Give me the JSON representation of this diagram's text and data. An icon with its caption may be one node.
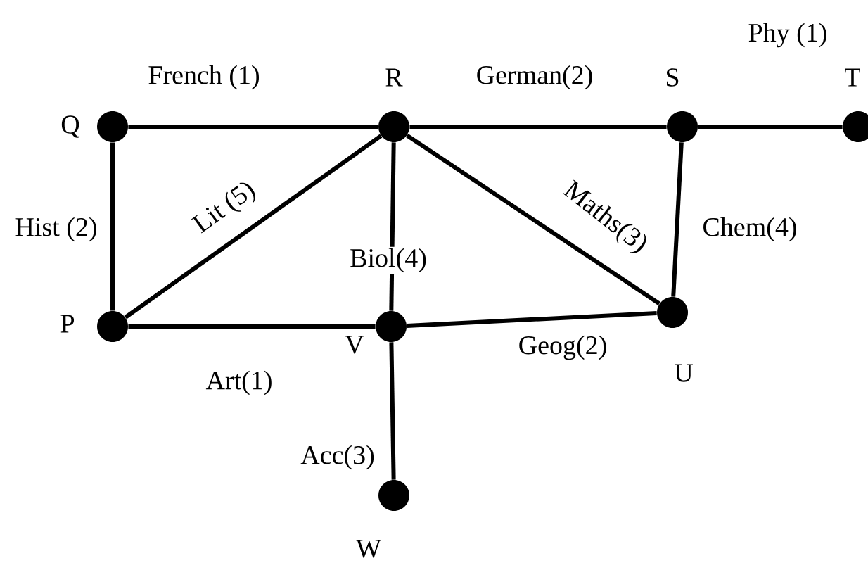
{
  "diagram": {
    "nodes": [
      {
        "text": [],
        "shape": "circle",
        "beside": [
          "Q"
        ]
      },
      {
        "text": [],
        "shape": "circle",
        "beside": [
          "R"
        ]
      },
      {
        "text": [],
        "shape": "circle",
        "beside": [
          "S"
        ]
      },
      {
        "text": [],
        "shape": "circle",
        "beside": [
          "T"
        ]
      },
      {
        "text": [],
        "shape": "circle",
        "beside": [
          "P"
        ]
      },
      {
        "text": [],
        "shape": "circle",
        "beside": [
          "V"
        ]
      },
      {
        "text": [],
        "shape": "circle",
        "beside": [
          "U"
        ]
      },
      {
        "text": [],
        "shape": "circle",
        "beside": [
          "W"
        ]
      }
    ],
    "edges": [
      {
        "from": 0,
        "to": 1,
        "arrow": "none",
        "label": "French (1)"
      },
      {
        "from": 1,
        "to": 2,
        "arrow": "none",
        "label": "German(2)"
      },
      {
        "from": 2,
        "to": 3,
        "arrow": "none",
        "label": "Phy (1)"
      },
      {
        "from": 0,
        "to": 4,
        "arrow": "none",
        "label": "Hist (2)"
      },
      {
        "from": 4,
        "to": 1,
        "arrow": "none",
        "label": "Lit (5)"
      },
      {
        "from": 1,
        "to": 5,
        "arrow": "none",
        "label": "Biol(4)"
      },
      {
        "from": 1,
        "to": 6,
        "arrow": "none",
        "label": "Maths(3)"
      },
      {
        "from": 2,
        "to": 6,
        "arrow": "none",
        "label": "Chem(4)"
      },
      {
        "from": 4,
        "to": 5,
        "arrow": "none",
        "label": "Art(1)"
      },
      {
        "from": 5,
        "to": 6,
        "arrow": "none",
        "label": "Geog(2)"
      },
      {
        "from": 5,
        "to": 7,
        "arrow": "none",
        "label": "Acc(3)"
      }
    ]
  }
}
